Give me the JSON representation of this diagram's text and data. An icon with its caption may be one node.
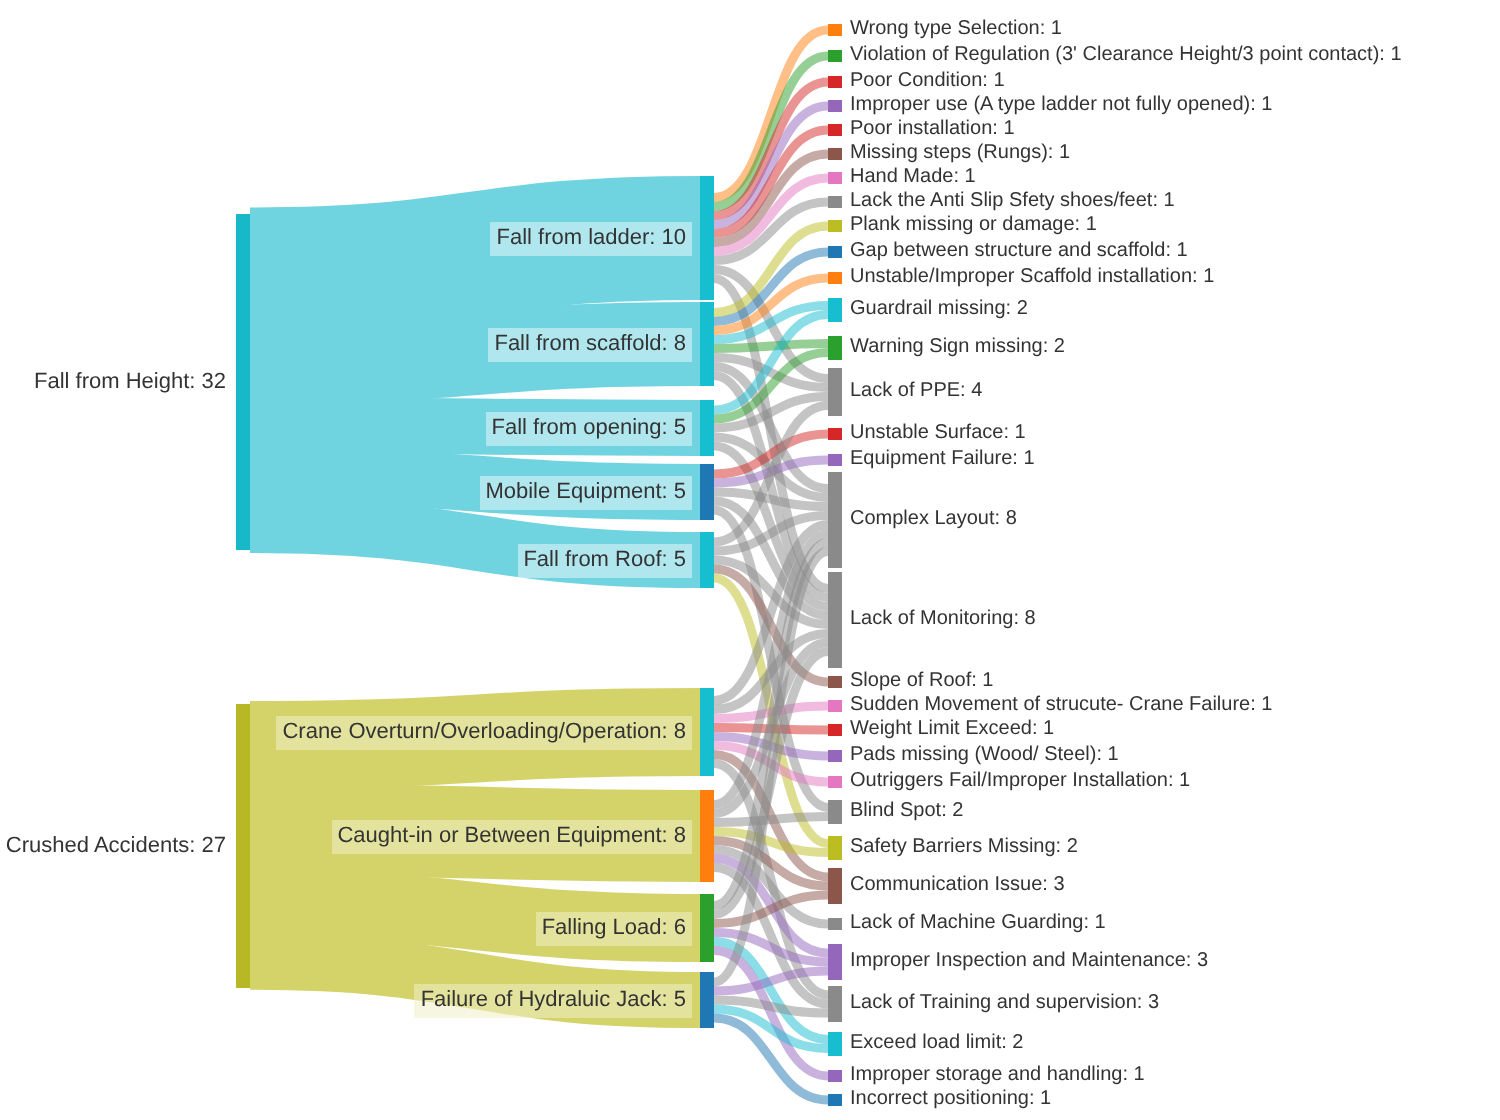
{
  "diagram": {
    "nodes": [
      {
        "text": [
          "Fall from Height: 32"
        ]
      },
      {
        "text": [
          "Crushed Accidents: 27"
        ]
      },
      {
        "text": [
          "Fall from ladder: 10"
        ]
      },
      {
        "text": [
          "Fall from scaffold: 8"
        ]
      },
      {
        "text": [
          "Fall from opening: 5"
        ]
      },
      {
        "text": [
          "Mobile Equipment: 5"
        ]
      },
      {
        "text": [
          "Fall from Roof: 5"
        ]
      },
      {
        "text": [
          "Crane Overturn/Overloading/Operation: 8"
        ]
      },
      {
        "text": [
          "Caught-in or Between Equipment: 8"
        ]
      },
      {
        "text": [
          "Falling Load: 6"
        ]
      },
      {
        "text": [
          "Failure of Hydraluic Jack: 5"
        ]
      },
      {
        "text": [
          "Wrong type Selection: 1"
        ]
      },
      {
        "text": [
          "Violation of Regulation (3' Clearance Height/3 point contact): 1"
        ]
      },
      {
        "text": [
          "Poor Condition: 1"
        ]
      },
      {
        "text": [
          "Improper use (A type ladder not fully opened): 1"
        ]
      },
      {
        "text": [
          "Poor installation: 1"
        ]
      },
      {
        "text": [
          "Missing steps (Rungs): 1"
        ]
      },
      {
        "text": [
          "Hand Made: 1"
        ]
      },
      {
        "text": [
          "Lack the Anti Slip Sfety shoes/feet: 1"
        ]
      },
      {
        "text": [
          "Plank missing or damage: 1"
        ]
      },
      {
        "text": [
          "Gap between structure and scaffold: 1"
        ]
      },
      {
        "text": [
          "Unstable/Improper Scaffold installation: 1"
        ]
      },
      {
        "text": [
          "Guardrail missing: 2"
        ]
      },
      {
        "text": [
          "Warning Sign missing: 2"
        ]
      },
      {
        "text": [
          "Lack of PPE: 4"
        ]
      },
      {
        "text": [
          "Unstable Surface: 1"
        ]
      },
      {
        "text": [
          "Equipment Failure: 1"
        ]
      },
      {
        "text": [
          "Complex Layout: 8"
        ]
      },
      {
        "text": [
          "Lack of Monitoring: 8"
        ]
      },
      {
        "text": [
          "Slope of Roof: 1"
        ]
      },
      {
        "text": [
          "Sudden Movement of strucute- Crane Failure: 1"
        ]
      },
      {
        "text": [
          "Weight Limit Exceed: 1"
        ]
      },
      {
        "text": [
          "Pads missing (Wood/ Steel): 1"
        ]
      },
      {
        "text": [
          "Outriggers Fail/Improper Installation: 1"
        ]
      },
      {
        "text": [
          "Blind Spot: 2"
        ]
      },
      {
        "text": [
          "Safety Barriers Missing: 2"
        ]
      },
      {
        "text": [
          "Communication Issue: 3"
        ]
      },
      {
        "text": [
          "Lack of Machine Guarding: 1"
        ]
      },
      {
        "text": [
          "Improper Inspection and Maintenance: 3"
        ]
      },
      {
        "text": [
          "Lack of Training and supervision: 3"
        ]
      },
      {
        "text": [
          "Exceed load limit: 2"
        ]
      },
      {
        "text": [
          "Improper storage and handling: 1"
        ]
      },
      {
        "text": [
          "Incorrect positioning: 1"
        ]
      }
    ],
    "edges": [
      {
        "from": 0,
        "to": 2,
        "arrow": "none",
        "style": "thick",
        "color": "#6fd3e0"
      },
      {
        "from": 0,
        "to": 3,
        "arrow": "none",
        "style": "thick",
        "color": "#6fd3e0"
      },
      {
        "from": 0,
        "to": 4,
        "arrow": "none",
        "style": "thick",
        "color": "#6fd3e0"
      },
      {
        "from": 0,
        "to": 5,
        "arrow": "none",
        "style": "thick",
        "color": "#6fd3e0"
      },
      {
        "from": 0,
        "to": 6,
        "arrow": "none",
        "style": "thick",
        "color": "#6fd3e0"
      },
      {
        "from": 1,
        "to": 7,
        "arrow": "none",
        "style": "thick",
        "color": "#d3d36a"
      },
      {
        "from": 1,
        "to": 8,
        "arrow": "none",
        "style": "thick",
        "color": "#d3d36a"
      },
      {
        "from": 1,
        "to": 9,
        "arrow": "none",
        "style": "thick",
        "color": "#d3d36a"
      },
      {
        "from": 1,
        "to": 10,
        "arrow": "none",
        "style": "thick",
        "color": "#d3d36a"
      },
      {
        "from": 2,
        "to": 11,
        "arrow": "none",
        "color": "#ff7f0e"
      },
      {
        "from": 2,
        "to": 12,
        "arrow": "none",
        "color": "#2ca02c"
      },
      {
        "from": 2,
        "to": 13,
        "arrow": "none",
        "color": "#d62728"
      },
      {
        "from": 2,
        "to": 14,
        "arrow": "none",
        "color": "#9467bd"
      },
      {
        "from": 2,
        "to": 15,
        "arrow": "none",
        "color": "#d62728"
      },
      {
        "from": 2,
        "to": 16,
        "arrow": "none",
        "color": "#8c564b"
      },
      {
        "from": 2,
        "to": 17,
        "arrow": "none",
        "color": "#e377c2"
      },
      {
        "from": 2,
        "to": 18,
        "arrow": "none"
      },
      {
        "from": 2,
        "to": 24,
        "arrow": "none"
      },
      {
        "from": 2,
        "to": 28,
        "arrow": "none"
      },
      {
        "from": 3,
        "to": 19,
        "arrow": "none",
        "color": "#bcbd22"
      },
      {
        "from": 3,
        "to": 20,
        "arrow": "none",
        "color": "#1f77b4"
      },
      {
        "from": 3,
        "to": 21,
        "arrow": "none",
        "color": "#ff7f0e"
      },
      {
        "from": 3,
        "to": 22,
        "arrow": "none",
        "color": "#17becf"
      },
      {
        "from": 3,
        "to": 23,
        "arrow": "none",
        "color": "#2ca02c"
      },
      {
        "from": 3,
        "to": 24,
        "arrow": "none"
      },
      {
        "from": 3,
        "to": 27,
        "arrow": "none"
      },
      {
        "from": 3,
        "to": 28,
        "arrow": "none"
      },
      {
        "from": 4,
        "to": 22,
        "arrow": "none",
        "color": "#17becf"
      },
      {
        "from": 4,
        "to": 23,
        "arrow": "none",
        "color": "#2ca02c"
      },
      {
        "from": 4,
        "to": 24,
        "arrow": "none"
      },
      {
        "from": 4,
        "to": 27,
        "arrow": "none"
      },
      {
        "from": 4,
        "to": 28,
        "arrow": "none"
      },
      {
        "from": 5,
        "to": 25,
        "arrow": "none",
        "color": "#d62728"
      },
      {
        "from": 5,
        "to": 26,
        "arrow": "none",
        "color": "#9467bd"
      },
      {
        "from": 5,
        "to": 27,
        "arrow": "none"
      },
      {
        "from": 5,
        "to": 28,
        "arrow": "none"
      },
      {
        "from": 5,
        "to": 34,
        "arrow": "none"
      },
      {
        "from": 6,
        "to": 29,
        "arrow": "none",
        "color": "#8c564b"
      },
      {
        "from": 6,
        "to": 24,
        "arrow": "none"
      },
      {
        "from": 6,
        "to": 27,
        "arrow": "none"
      },
      {
        "from": 6,
        "to": 28,
        "arrow": "none"
      },
      {
        "from": 6,
        "to": 35,
        "arrow": "none",
        "color": "#bcbd22"
      },
      {
        "from": 7,
        "to": 30,
        "arrow": "none",
        "color": "#e377c2"
      },
      {
        "from": 7,
        "to": 31,
        "arrow": "none",
        "color": "#d62728"
      },
      {
        "from": 7,
        "to": 32,
        "arrow": "none",
        "color": "#9467bd"
      },
      {
        "from": 7,
        "to": 33,
        "arrow": "none",
        "color": "#e377c2"
      },
      {
        "from": 7,
        "to": 27,
        "arrow": "none"
      },
      {
        "from": 7,
        "to": 28,
        "arrow": "none"
      },
      {
        "from": 7,
        "to": 36,
        "arrow": "none",
        "color": "#8c564b"
      },
      {
        "from": 7,
        "to": 39,
        "arrow": "none"
      },
      {
        "from": 8,
        "to": 34,
        "arrow": "none"
      },
      {
        "from": 8,
        "to": 35,
        "arrow": "none",
        "color": "#bcbd22"
      },
      {
        "from": 8,
        "to": 36,
        "arrow": "none",
        "color": "#8c564b"
      },
      {
        "from": 8,
        "to": 37,
        "arrow": "none"
      },
      {
        "from": 8,
        "to": 38,
        "arrow": "none",
        "color": "#9467bd"
      },
      {
        "from": 8,
        "to": 27,
        "arrow": "none"
      },
      {
        "from": 8,
        "to": 28,
        "arrow": "none"
      },
      {
        "from": 8,
        "to": 39,
        "arrow": "none"
      },
      {
        "from": 9,
        "to": 36,
        "arrow": "none",
        "color": "#8c564b"
      },
      {
        "from": 9,
        "to": 38,
        "arrow": "none",
        "color": "#9467bd"
      },
      {
        "from": 9,
        "to": 28,
        "arrow": "none"
      },
      {
        "from": 9,
        "to": 27,
        "arrow": "none"
      },
      {
        "from": 9,
        "to": 40,
        "arrow": "none",
        "color": "#17becf"
      },
      {
        "from": 9,
        "to": 41,
        "arrow": "none",
        "color": "#9467bd"
      },
      {
        "from": 10,
        "to": 38,
        "arrow": "none",
        "color": "#9467bd"
      },
      {
        "from": 10,
        "to": 39,
        "arrow": "none"
      },
      {
        "from": 10,
        "to": 40,
        "arrow": "none",
        "color": "#17becf"
      },
      {
        "from": 10,
        "to": 42,
        "arrow": "none",
        "color": "#1f77b4"
      },
      {
        "from": 10,
        "to": 27,
        "arrow": "none"
      }
    ]
  }
}
